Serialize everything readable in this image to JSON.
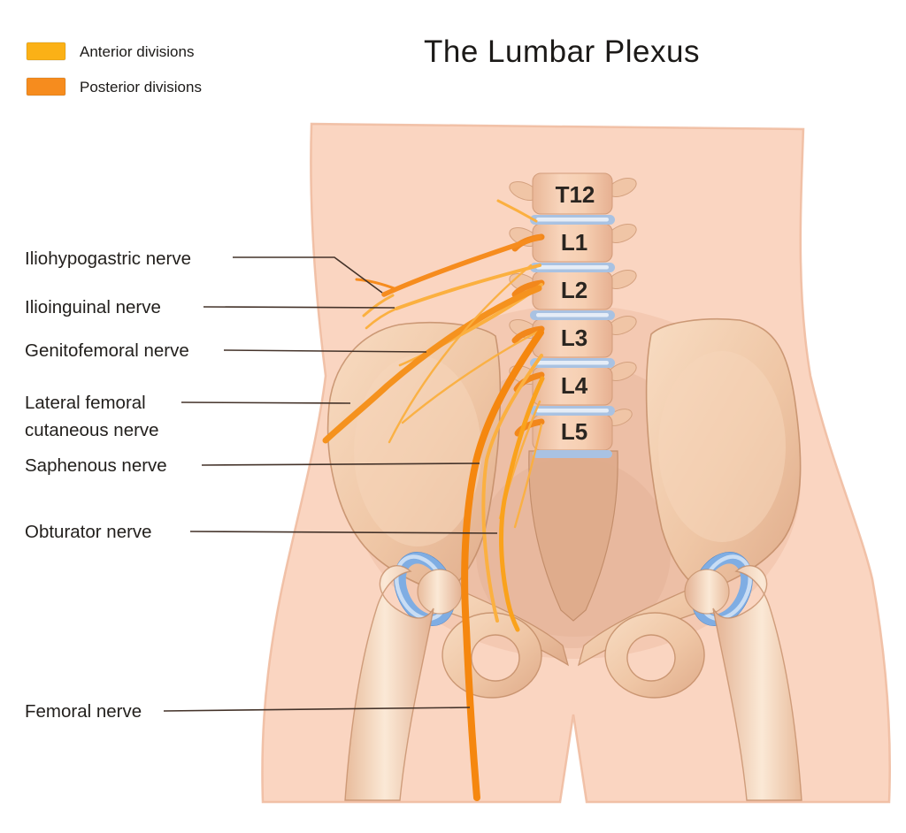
{
  "title": "The Lumbar Plexus",
  "legend": {
    "items": [
      {
        "name": "anterior-divisions",
        "label": "Anterior divisions",
        "color": "#FBB116"
      },
      {
        "name": "posterior-divisions",
        "label": "Posterior divisions",
        "color": "#F68C1E"
      }
    ]
  },
  "spine": {
    "vertebrae": [
      "T12",
      "L1",
      "L2",
      "L3",
      "L4",
      "L5"
    ]
  },
  "nerve_labels": [
    {
      "text": "Iliohypogastric nerve"
    },
    {
      "text": "Ilioinguinal nerve"
    },
    {
      "text": "Genitofemoral nerve"
    },
    {
      "text": "Lateral femoral",
      "text2": "cutaneous nerve"
    },
    {
      "text": "Saphenous nerve"
    },
    {
      "text": "Obturator nerve"
    },
    {
      "text": "Femoral nerve"
    }
  ],
  "colors": {
    "skin": "#FAD5C1",
    "skin_edge": "#EFBA9E",
    "bone_light": "#F7D8BC",
    "bone_dark": "#E2AF8E",
    "bone_rim": "#C18A64",
    "disc_blue": "#A9C2E2",
    "cartilage_blue": "#7FADE3",
    "nerve_anterior": "#FBB116",
    "nerve_posterior": "#F68C1E",
    "text": "#1c1a18"
  }
}
